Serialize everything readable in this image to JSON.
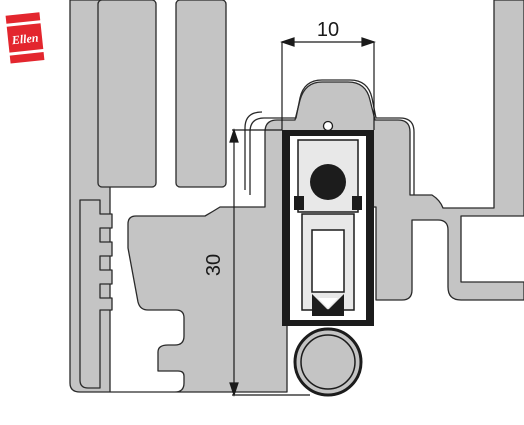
{
  "brand": {
    "logo_text": "Ellen",
    "logo_color": "#e3262e"
  },
  "dimensions": {
    "width_label": "10",
    "height_label": "30"
  },
  "colors": {
    "profile_fill": "#c4c4c4",
    "profile_stroke": "#2a2a2a",
    "seal_dark": "#1c1c1c",
    "background": "#ffffff"
  }
}
